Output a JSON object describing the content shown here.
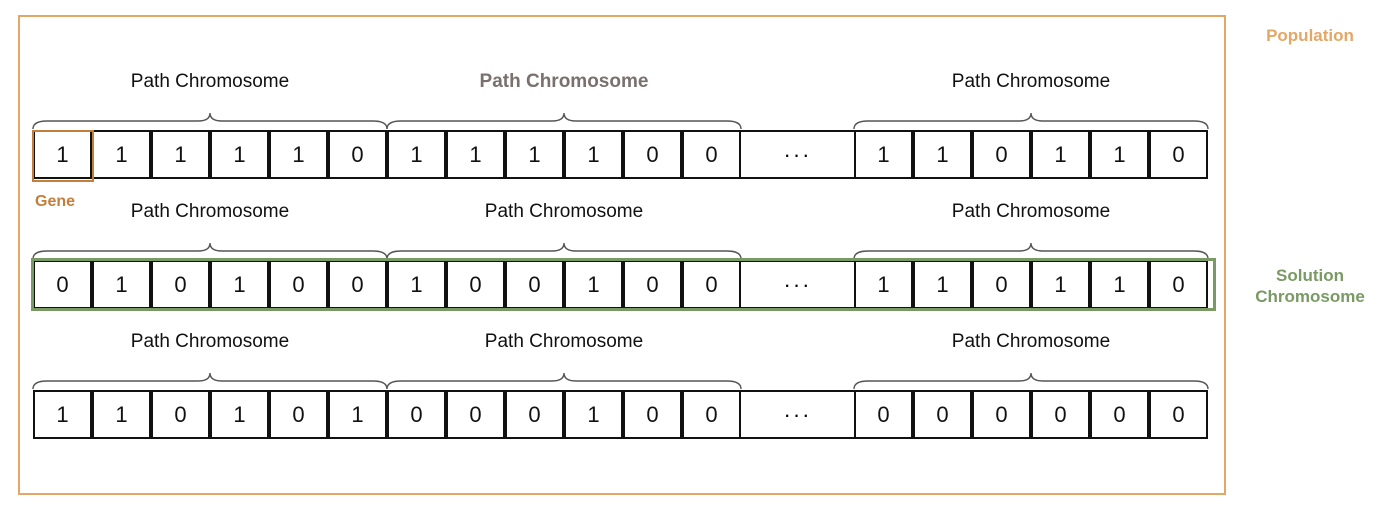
{
  "population_label": "Population",
  "solution_label": "Solution\nChromosome",
  "gene_label": "Gene",
  "ellipsis": "···",
  "colors": {
    "population": "#e3a766",
    "solution": "#7a9a65",
    "gene": "#c47e3c",
    "gray_label": "#7a7070",
    "line": "#111111"
  },
  "rows": [
    {
      "highlight": "none",
      "segments": [
        {
          "label": "Path Chromosome",
          "label_style": "normal",
          "bits": [
            "1",
            "1",
            "1",
            "1",
            "1",
            "0"
          ]
        },
        {
          "label": "Path Chromosome",
          "label_style": "gray-bold",
          "bits": [
            "1",
            "1",
            "1",
            "1",
            "0",
            "0"
          ]
        },
        {
          "label": "Path Chromosome",
          "label_style": "normal",
          "bits": [
            "1",
            "1",
            "0",
            "1",
            "1",
            "0"
          ]
        }
      ]
    },
    {
      "highlight": "solution",
      "segments": [
        {
          "label": "Path Chromosome",
          "label_style": "normal",
          "bits": [
            "0",
            "1",
            "0",
            "1",
            "0",
            "0"
          ]
        },
        {
          "label": "Path Chromosome",
          "label_style": "normal",
          "bits": [
            "1",
            "0",
            "0",
            "1",
            "0",
            "0"
          ]
        },
        {
          "label": "Path Chromosome",
          "label_style": "normal",
          "bits": [
            "1",
            "1",
            "0",
            "1",
            "1",
            "0"
          ]
        }
      ]
    },
    {
      "highlight": "none",
      "segments": [
        {
          "label": "Path Chromosome",
          "label_style": "normal",
          "bits": [
            "1",
            "1",
            "0",
            "1",
            "0",
            "1"
          ]
        },
        {
          "label": "Path Chromosome",
          "label_style": "normal",
          "bits": [
            "0",
            "0",
            "0",
            "1",
            "0",
            "0"
          ]
        },
        {
          "label": "Path Chromosome",
          "label_style": "normal",
          "bits": [
            "0",
            "0",
            "0",
            "0",
            "0",
            "0"
          ]
        }
      ]
    }
  ]
}
